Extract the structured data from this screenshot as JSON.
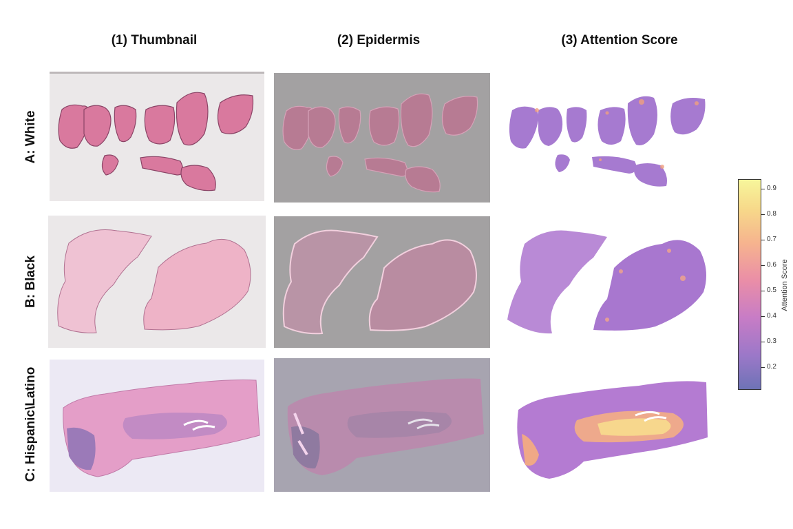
{
  "columns": {
    "c1": "(1) Thumbnail",
    "c2": "(2) Epidermis",
    "c3": "(3) Attention Score"
  },
  "rows": {
    "r1": "A: White",
    "r2": "B: Black",
    "r3": "C: Hispanic\\Latino"
  },
  "colorbar": {
    "title": "Attention Score",
    "ticks": [
      "0.9",
      "0.8",
      "0.7",
      "0.6",
      "0.5",
      "0.4",
      "0.3",
      "0.2"
    ],
    "min": 0.12,
    "max": 0.94,
    "low_color": "#6e73b6",
    "high_color": "#f7f69b"
  }
}
